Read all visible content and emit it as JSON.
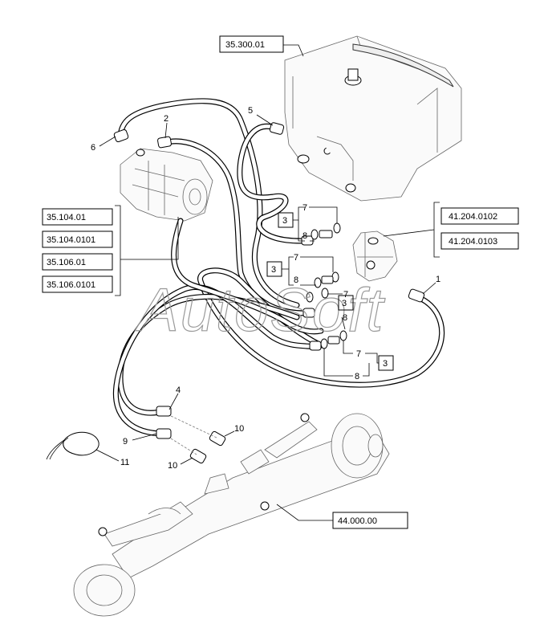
{
  "watermark": "AutoSoft",
  "refs": {
    "top": "35.300.01",
    "left_1": "35.104.01",
    "left_2": "35.104.0101",
    "left_3": "35.106.01",
    "left_4": "35.106.0101",
    "right_1": "41.204.0102",
    "right_2": "41.204.0103",
    "bottom": "44.000.00"
  },
  "callouts": {
    "c1": "1",
    "c2": "2",
    "c3a": "3",
    "c3b": "3",
    "c3c": "3",
    "c4": "4",
    "c5": "5",
    "c6": "6",
    "c7a": "7",
    "c7b": "7",
    "c7c": "7",
    "c7d": "7",
    "c8a": "8",
    "c8b": "8",
    "c8c": "8",
    "c8d": "8",
    "c9": "9",
    "c10a": "10",
    "c10b": "10",
    "c11": "11"
  }
}
